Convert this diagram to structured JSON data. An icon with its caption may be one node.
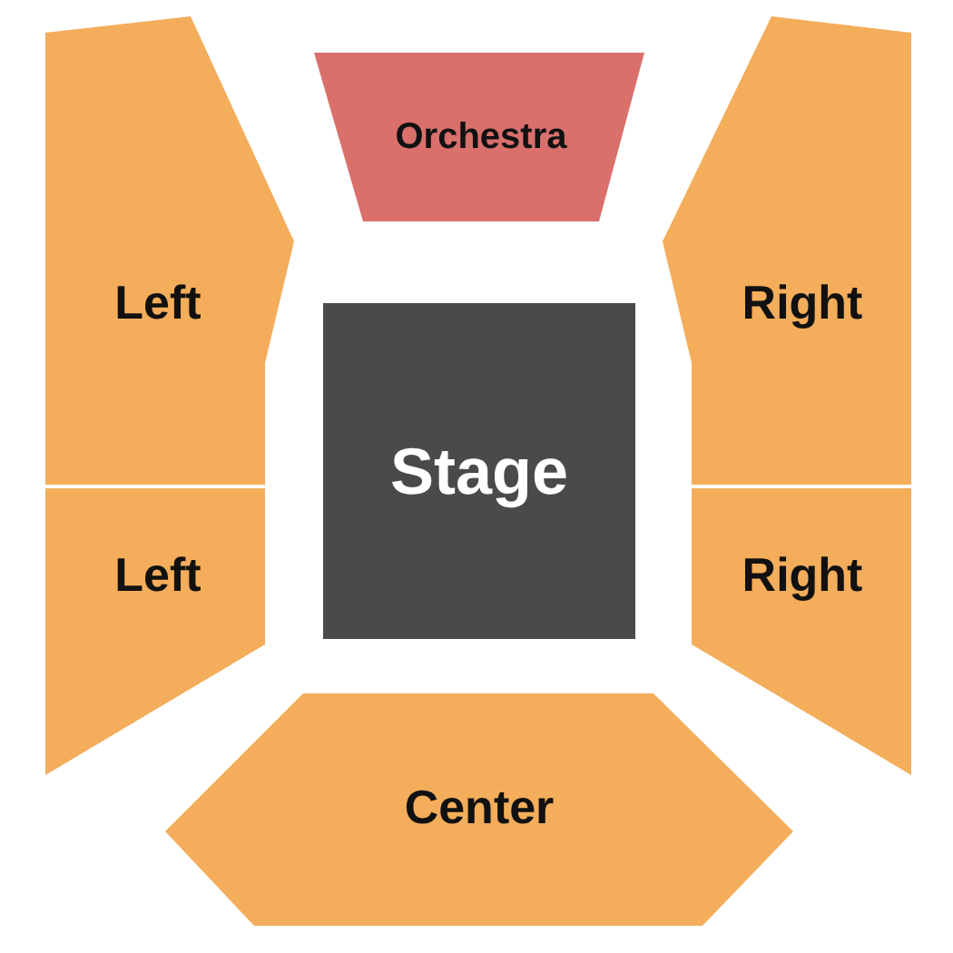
{
  "diagram": {
    "nodes": [
      {
        "text": [
          "Orchestra"
        ]
      },
      {
        "text": [
          "Left"
        ]
      },
      {
        "text": [
          "Right"
        ]
      },
      {
        "text": [
          "Stage"
        ]
      },
      {
        "text": [
          "Left"
        ]
      },
      {
        "text": [
          "Right"
        ]
      },
      {
        "text": [
          "Center"
        ]
      }
    ]
  }
}
